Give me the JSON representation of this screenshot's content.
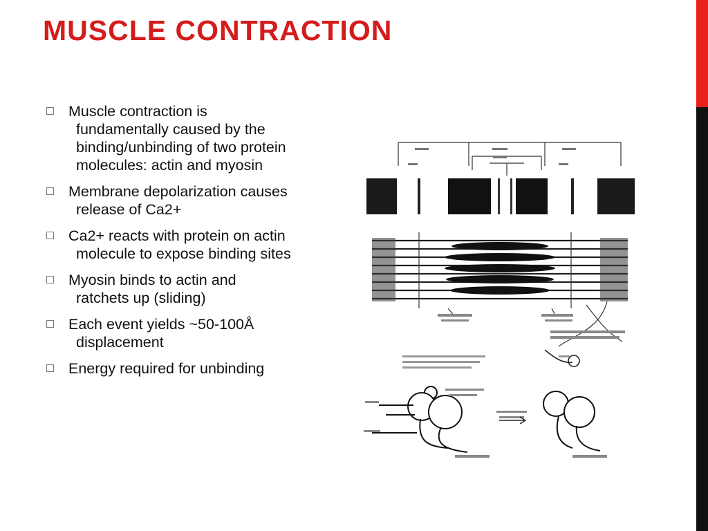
{
  "slide": {
    "title": "MUSCLE CONTRACTION",
    "bullets": [
      "Muscle contraction is fundamentally caused by the binding/unbinding of two protein molecules: actin and myosin",
      "Membrane depolarization causes release of Ca2+",
      "Ca2+ reacts with protein on actin molecule to expose binding sites",
      "Myosin binds to actin and ratchets up (sliding)",
      "Each event yields ~50-100Å displacement",
      "Energy required for unbinding"
    ]
  },
  "colors": {
    "title": "#d41c1c",
    "accent_bar": "#e8211d",
    "dark_bar": "#111111"
  }
}
